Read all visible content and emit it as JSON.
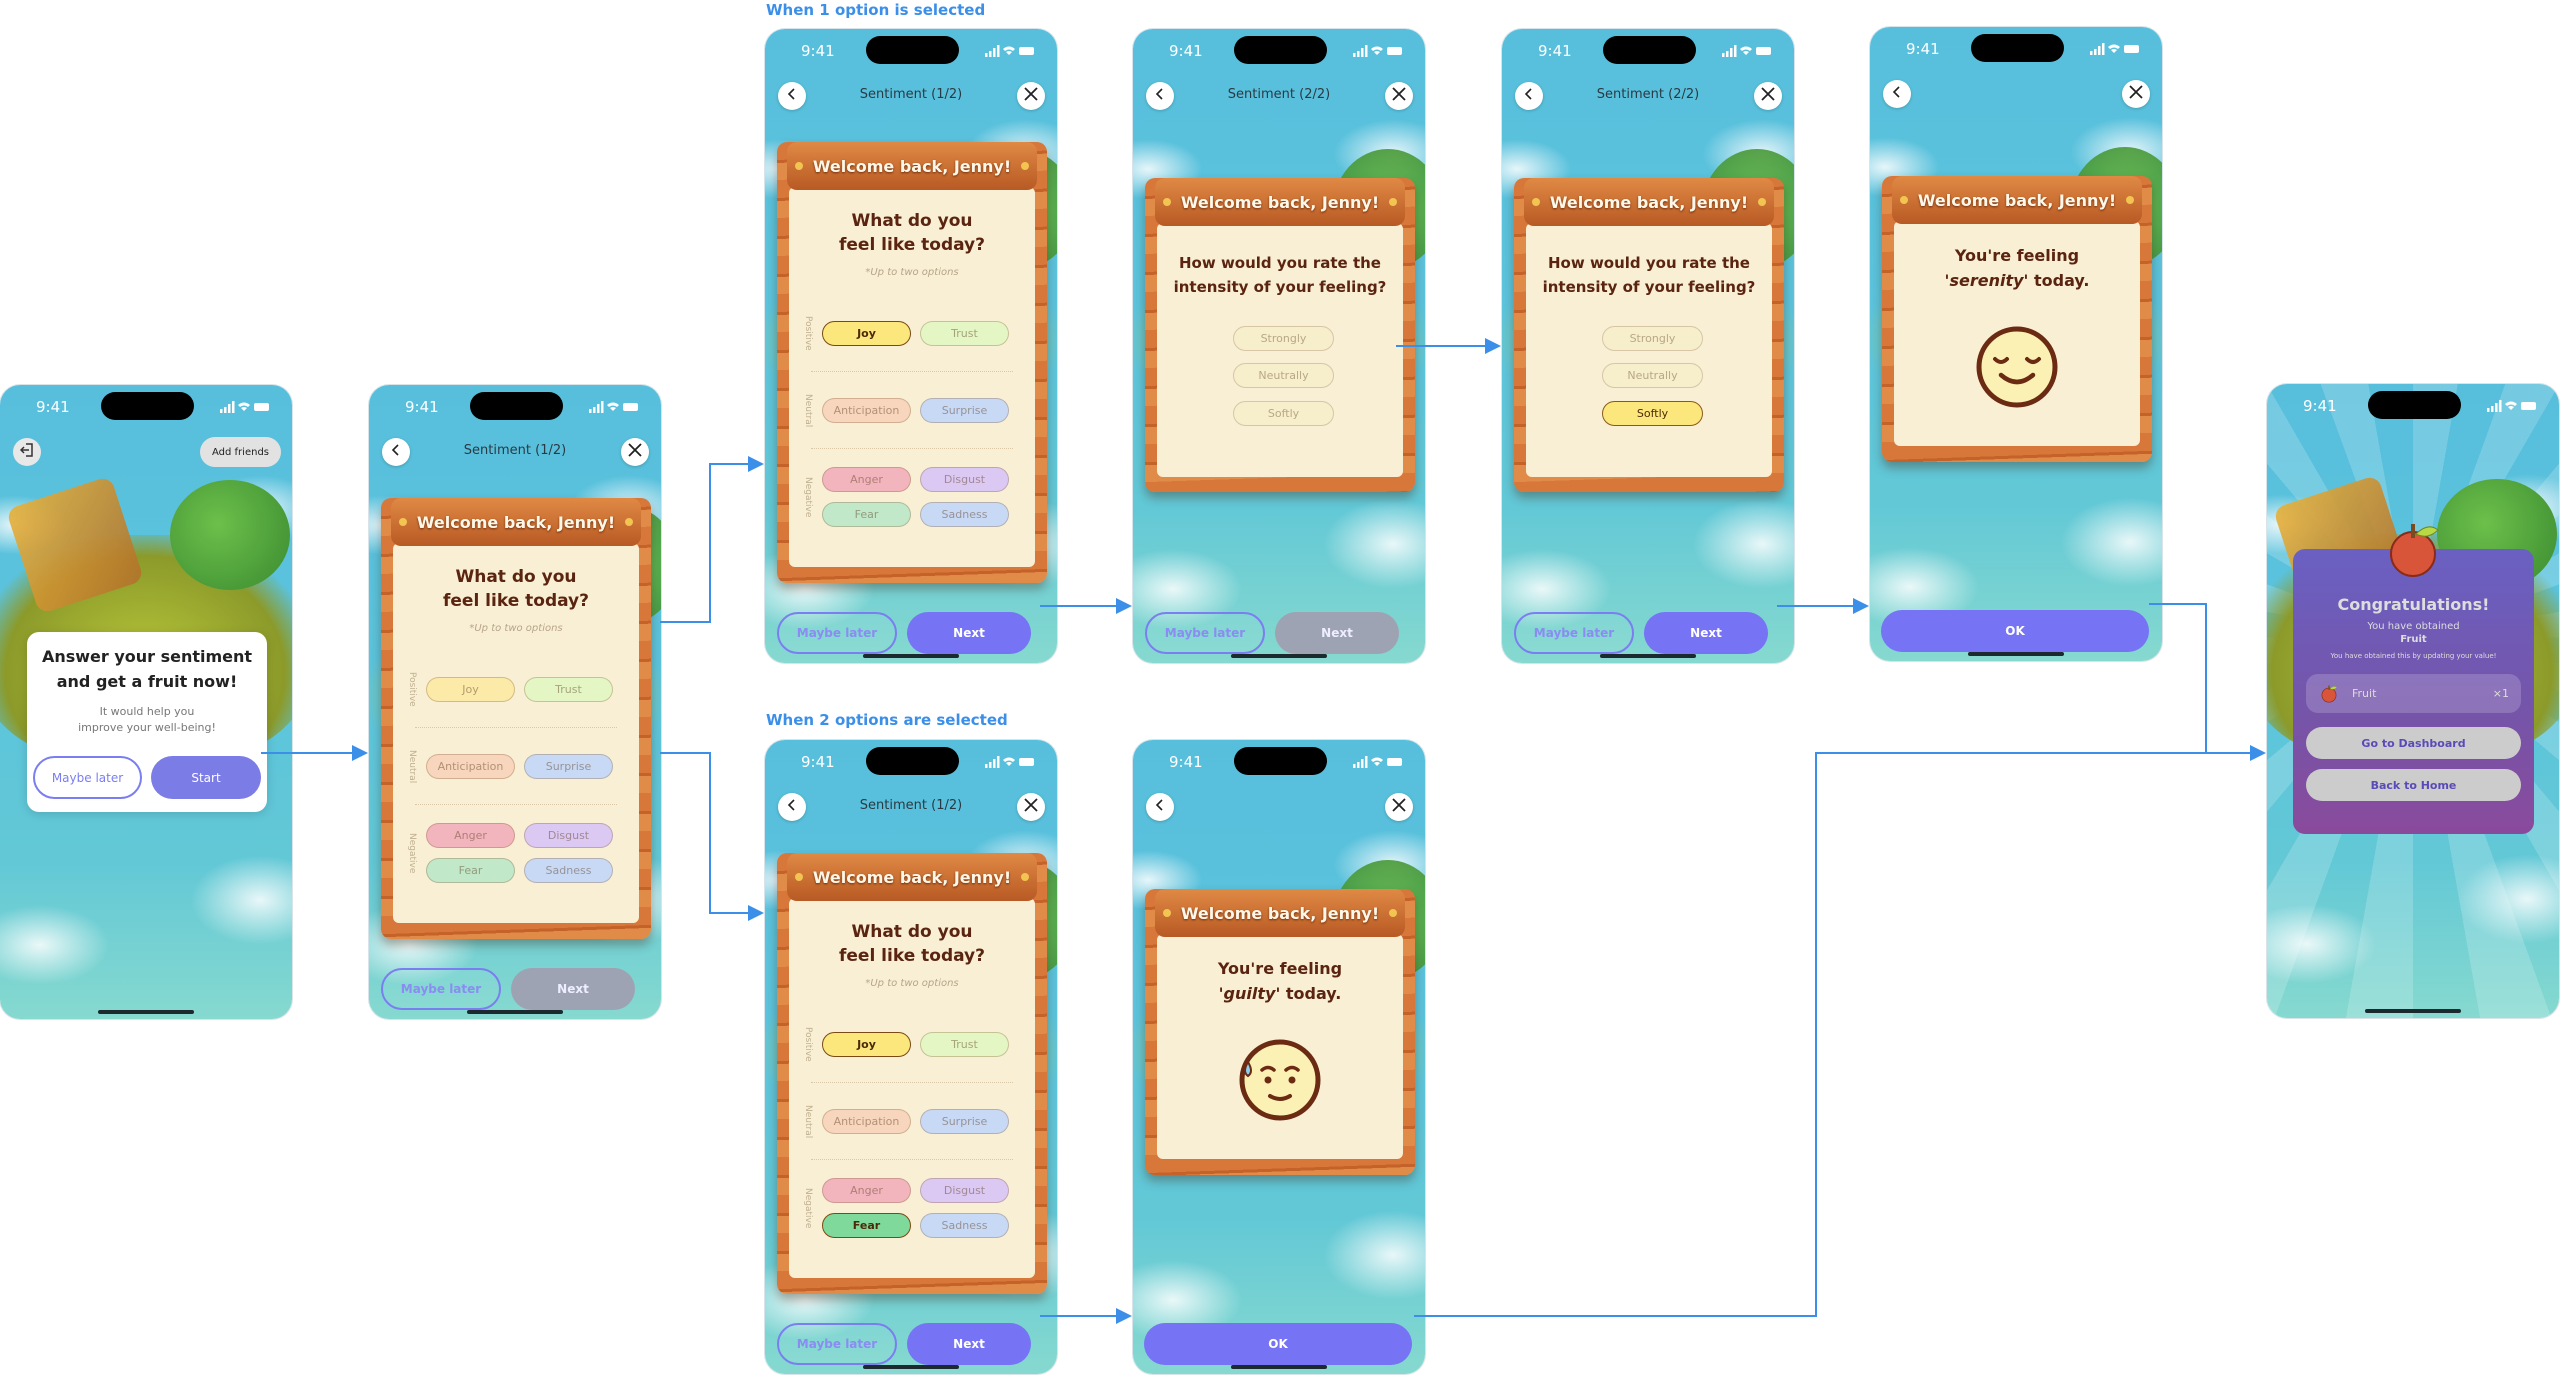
{
  "flow_labels": {
    "one_option": "When 1 option is selected",
    "two_options": "When 2 options are selected"
  },
  "status_time": "9:41",
  "colors": {
    "accent": "#7674f5",
    "arrow": "#3b8fe8",
    "disabled": "#9ea3b3",
    "wood": "#c8682a",
    "panel": "#f8efd4"
  },
  "screens": [
    {
      "id": "start",
      "type": "start",
      "add_friends": "Add friends",
      "popup": {
        "title": "Answer your sentiment and get a fruit now!",
        "subtitle": "It would help you improve your well-being!"
      },
      "buttons": {
        "secondary": "Maybe later",
        "primary": "Start"
      }
    },
    {
      "id": "q1empty",
      "type": "question",
      "title": "Sentiment (1/2)",
      "banner": "Welcome back, Jenny!",
      "question": "What do you feel like today?",
      "hint": "*Up to two options",
      "categories": [
        {
          "label": "Positive",
          "options": [
            {
              "label": "Joy",
              "color": "#fbeaa8",
              "selected": false
            },
            {
              "label": "Trust",
              "color": "#e4f6c4",
              "selected": false
            }
          ]
        },
        {
          "label": "Neutral",
          "options": [
            {
              "label": "Anticipation",
              "color": "#f7d6bd",
              "selected": false
            },
            {
              "label": "Surprise",
              "color": "#c8d9f6",
              "selected": false
            }
          ]
        },
        {
          "label": "Negative",
          "options": [
            {
              "label": "Anger",
              "color": "#f2b5bd",
              "selected": false
            },
            {
              "label": "Disgust",
              "color": "#dbc8f3",
              "selected": false
            },
            {
              "label": "Fear",
              "color": "#c0e8c9",
              "selected": false
            },
            {
              "label": "Sadness",
              "color": "#c8d9f6",
              "selected": false
            }
          ]
        }
      ],
      "buttons": {
        "secondary": "Maybe later",
        "primary": "Next",
        "primary_enabled": false
      }
    },
    {
      "id": "q1joy",
      "type": "question",
      "title": "Sentiment (1/2)",
      "banner": "Welcome back, Jenny!",
      "question": "What do you feel like today?",
      "hint": "*Up to two options",
      "categories": [
        {
          "label": "Positive",
          "options": [
            {
              "label": "Joy",
              "color": "#fbe77c",
              "selected": true
            },
            {
              "label": "Trust",
              "color": "#e4f6c4",
              "selected": false
            }
          ]
        },
        {
          "label": "Neutral",
          "options": [
            {
              "label": "Anticipation",
              "color": "#f7d6bd",
              "selected": false
            },
            {
              "label": "Surprise",
              "color": "#c8d9f6",
              "selected": false
            }
          ]
        },
        {
          "label": "Negative",
          "options": [
            {
              "label": "Anger",
              "color": "#f2b5bd",
              "selected": false
            },
            {
              "label": "Disgust",
              "color": "#dbc8f3",
              "selected": false
            },
            {
              "label": "Fear",
              "color": "#c0e8c9",
              "selected": false
            },
            {
              "label": "Sadness",
              "color": "#c8d9f6",
              "selected": false
            }
          ]
        }
      ],
      "buttons": {
        "secondary": "Maybe later",
        "primary": "Next",
        "primary_enabled": true
      }
    },
    {
      "id": "int1",
      "type": "intensity",
      "title": "Sentiment (2/2)",
      "banner": "Welcome back, Jenny!",
      "question": "How would you rate the intensity of your feeling?",
      "options": [
        {
          "label": "Strongly",
          "selected": false
        },
        {
          "label": "Neutrally",
          "selected": false
        },
        {
          "label": "Softly",
          "selected": false
        }
      ],
      "buttons": {
        "secondary": "Maybe later",
        "primary": "Next",
        "primary_enabled": false
      }
    },
    {
      "id": "int2",
      "type": "intensity",
      "title": "Sentiment (2/2)",
      "banner": "Welcome back, Jenny!",
      "question": "How would you rate the intensity of your feeling?",
      "options": [
        {
          "label": "Strongly",
          "selected": false
        },
        {
          "label": "Neutrally",
          "selected": false
        },
        {
          "label": "Softly",
          "selected": true
        }
      ],
      "buttons": {
        "secondary": "Maybe later",
        "primary": "Next",
        "primary_enabled": true
      }
    },
    {
      "id": "serenity",
      "type": "result",
      "banner": "Welcome back, Jenny!",
      "line1": "You're feeling",
      "quote_open": "'",
      "emotion": "serenity",
      "line2_end": "' today.",
      "face": "serenity-face-icon",
      "buttons": {
        "primary": "OK"
      }
    },
    {
      "id": "q2",
      "type": "question",
      "title": "Sentiment (1/2)",
      "banner": "Welcome back, Jenny!",
      "question": "What do you feel like today?",
      "hint": "*Up to two options",
      "categories": [
        {
          "label": "Positive",
          "options": [
            {
              "label": "Joy",
              "color": "#fbe77c",
              "selected": true
            },
            {
              "label": "Trust",
              "color": "#e4f6c4",
              "selected": false
            }
          ]
        },
        {
          "label": "Neutral",
          "options": [
            {
              "label": "Anticipation",
              "color": "#f7d6bd",
              "selected": false
            },
            {
              "label": "Surprise",
              "color": "#c8d9f6",
              "selected": false
            }
          ]
        },
        {
          "label": "Negative",
          "options": [
            {
              "label": "Anger",
              "color": "#f2b5bd",
              "selected": false
            },
            {
              "label": "Disgust",
              "color": "#dbc8f3",
              "selected": false
            },
            {
              "label": "Fear",
              "color": "#7ed99a",
              "selected": true
            },
            {
              "label": "Sadness",
              "color": "#c8d9f6",
              "selected": false
            }
          ]
        }
      ],
      "buttons": {
        "secondary": "Maybe later",
        "primary": "Next",
        "primary_enabled": true
      }
    },
    {
      "id": "guilty",
      "type": "result",
      "banner": "Welcome back, Jenny!",
      "line1": "You're feeling",
      "quote_open": "'",
      "emotion": "guilty",
      "line2_end": "' today.",
      "face": "guilty-face-icon",
      "buttons": {
        "primary": "OK"
      }
    },
    {
      "id": "reward",
      "type": "reward",
      "title": "Congratulations!",
      "obtained": "You have obtained",
      "item": "Fruit",
      "note": "You have obtained this by updating your value!",
      "reward_row": {
        "label": "Fruit",
        "count": "×1"
      },
      "buttons": {
        "dashboard": "Go to Dashboard",
        "home": "Back to Home"
      }
    }
  ]
}
